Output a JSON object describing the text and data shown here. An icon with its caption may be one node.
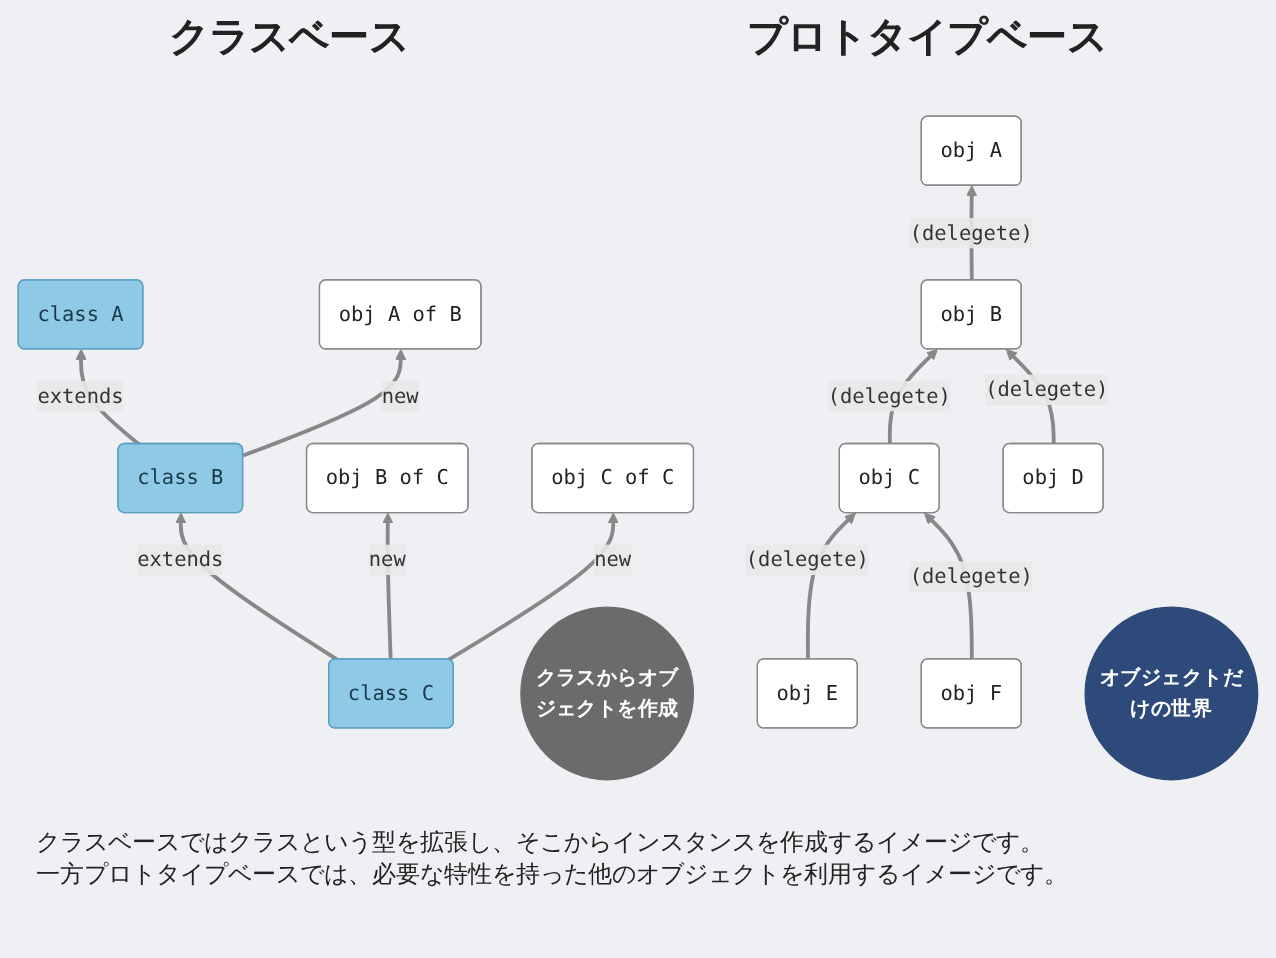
{
  "diagram": {
    "nodes": [
      {
        "text": [
          "class A"
        ]
      },
      {
        "text": [
          "class B"
        ]
      },
      {
        "text": [
          "class C"
        ]
      },
      {
        "text": [
          "obj A of B"
        ]
      },
      {
        "text": [
          "obj B of C"
        ]
      },
      {
        "text": [
          "obj C of C"
        ]
      },
      {
        "text": [
          "クラスからオブジェクトを作成"
        ]
      },
      {
        "text": [
          "obj A"
        ]
      },
      {
        "text": [
          "obj B"
        ]
      },
      {
        "text": [
          "obj C"
        ]
      },
      {
        "text": [
          "obj D"
        ]
      },
      {
        "text": [
          "obj E"
        ]
      },
      {
        "text": [
          "obj F"
        ]
      },
      {
        "text": [
          "オブジェクトだけの世界"
        ]
      }
    ],
    "edges": [
      {
        "from": 1,
        "to": 0,
        "arrow": "to",
        "label": "extends"
      },
      {
        "from": 2,
        "to": 1,
        "arrow": "to",
        "label": "extends"
      },
      {
        "from": 1,
        "to": 3,
        "arrow": "to",
        "label": "new"
      },
      {
        "from": 2,
        "to": 4,
        "arrow": "to",
        "label": "new"
      },
      {
        "from": 2,
        "to": 5,
        "arrow": "to",
        "label": "new"
      },
      {
        "from": 8,
        "to": 7,
        "arrow": "to",
        "label": "(delegete)"
      },
      {
        "from": 9,
        "to": 8,
        "arrow": "to",
        "label": "(delegete)"
      },
      {
        "from": 10,
        "to": 8,
        "arrow": "to",
        "label": "(delegete)"
      },
      {
        "from": 11,
        "to": 9,
        "arrow": "to",
        "label": "(delegete)"
      },
      {
        "from": 12,
        "to": 9,
        "arrow": "to",
        "label": "(delegete)"
      }
    ],
    "labels": [
      "クラスベース",
      "プロトタイプベース",
      "クラスベースではクラスという型を拡張し、そこからインスタンスを作成するイメージです。",
      "一方プロトタイプベースでは、必要な特性を持った他のオブジェクトを利用するイメージです。"
    ]
  }
}
